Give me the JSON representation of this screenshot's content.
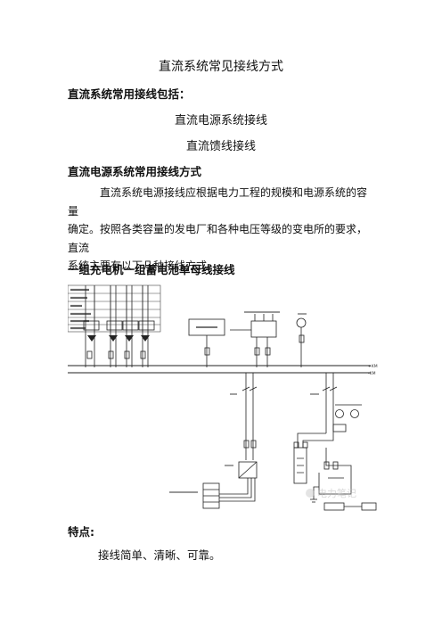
{
  "doc": {
    "title": "直流系统常见接线方式",
    "heading_intro": "直流系统常用接线包括：",
    "list_items": [
      "直流电源系统接线",
      "直流馈线接线"
    ],
    "heading_power": "直流电源系统常用接线方式",
    "paragraph_lines": [
      "直流系统电源接线应根据电力工程的规模和电源系统的容量",
      "确定。按照各类容量的发电厂和各种电压等级的变电所的要求，直流",
      "系统主要有以下几种接线方式。"
    ],
    "heading_scheme": "一组充电机一组蓄电池单母线接线",
    "features_heading": "特点:",
    "features_text": "接线简单、清晰、可靠。"
  },
  "diagram": {
    "bus_labels": [
      "+KM",
      "-KM"
    ],
    "watermark": "电力笔记"
  }
}
